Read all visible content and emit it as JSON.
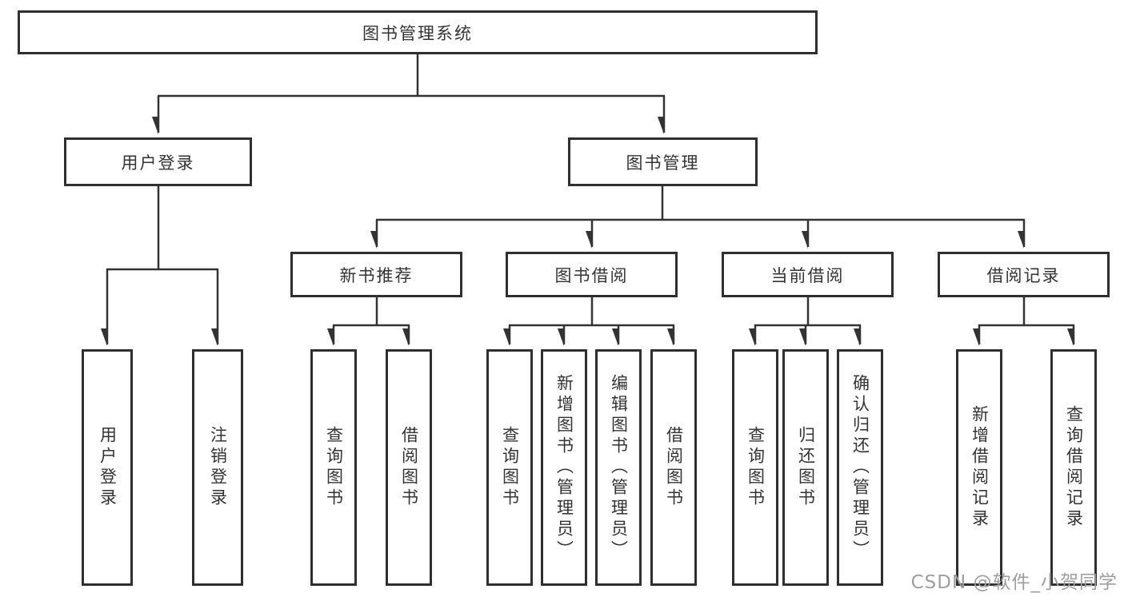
{
  "tree": {
    "root": {
      "label": "图书管理系统"
    },
    "branches": [
      {
        "label": "用户登录",
        "children": [
          {
            "label": "用户登录"
          },
          {
            "label": "注销登录"
          }
        ]
      },
      {
        "label": "图书管理",
        "children": [
          {
            "label": "新书推荐",
            "children": [
              {
                "label": "查询图书"
              },
              {
                "label": "借阅图书"
              }
            ]
          },
          {
            "label": "图书借阅",
            "children": [
              {
                "label": "查询图书"
              },
              {
                "label": "新增图书（管理员）"
              },
              {
                "label": "编辑图书（管理员）"
              },
              {
                "label": "借阅图书"
              }
            ]
          },
          {
            "label": "当前借阅",
            "children": [
              {
                "label": "查询图书"
              },
              {
                "label": "归还图书"
              },
              {
                "label": "确认归还（管理员）"
              }
            ]
          },
          {
            "label": "借阅记录",
            "children": [
              {
                "label": "新增借阅记录"
              },
              {
                "label": "查询借阅记录"
              }
            ]
          }
        ]
      }
    ]
  },
  "watermark": {
    "text": "CSDN @软件_小贺同学"
  },
  "colors": {
    "line": "#333333",
    "box_border": "#2f2f2f",
    "box_fill": "#ffffff",
    "text": "#333333",
    "background": "#ffffff",
    "watermark": "#9e9e9e"
  }
}
